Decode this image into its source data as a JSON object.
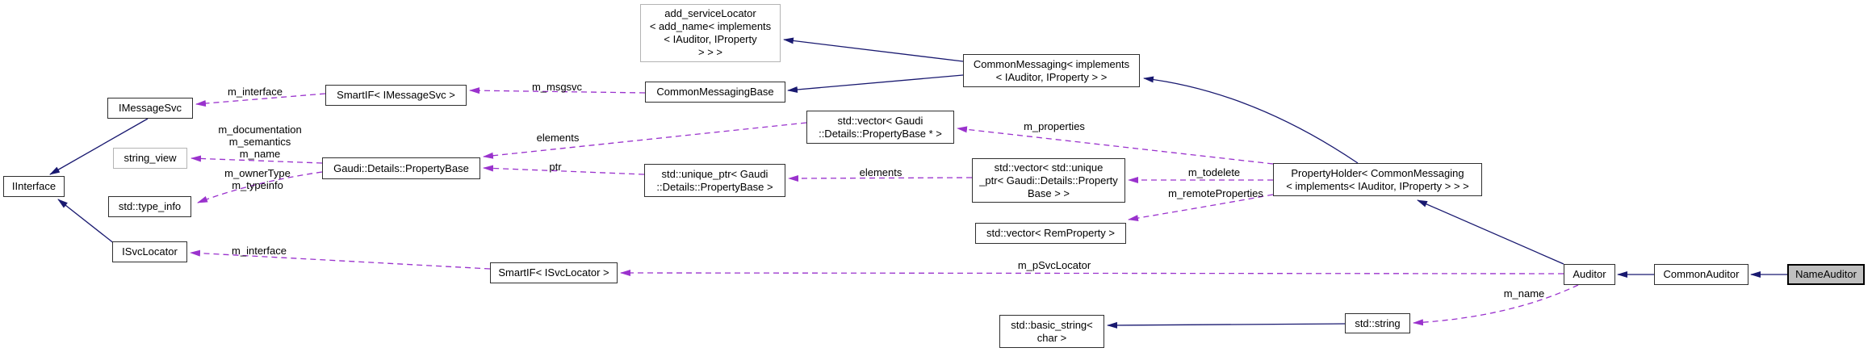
{
  "diagram": {
    "type": "collaboration-graph",
    "focus_node": "NameAuditor",
    "colors": {
      "inheritance_edge": "#191970",
      "usage_edge": "#9a32cd",
      "node_fill": "#ffffff",
      "focus_node_fill": "#bfbfbf",
      "node_border": "#2f2f2f",
      "grey_node_border": "#b4b4b4",
      "text": "#000000",
      "background": "#ffffff"
    }
  },
  "nodes": {
    "iinterface": {
      "label": "IInterface"
    },
    "imessagesvc": {
      "label": "IMessageSvc"
    },
    "string_view": {
      "label": "string_view"
    },
    "type_info": {
      "label": "std::type_info"
    },
    "isvclocator": {
      "label": "ISvcLocator"
    },
    "smartif_imessagesvc": {
      "label": "SmartIF< IMessageSvc >"
    },
    "propertybase": {
      "label": "Gaudi::Details::PropertyBase"
    },
    "add_servicelocator": {
      "label": "add_serviceLocator\n< add_name< implements\n< IAuditor, IProperty\n> > >"
    },
    "commonmessagingbase": {
      "label": "CommonMessagingBase"
    },
    "commonmessaging": {
      "label": "CommonMessaging< implements\n< IAuditor, IProperty > >"
    },
    "vector_propertybase_ptr": {
      "label": "std::vector< Gaudi\n::Details::PropertyBase * >"
    },
    "unique_ptr_propertybase": {
      "label": "std::unique_ptr< Gaudi\n::Details::PropertyBase >"
    },
    "vector_unique_ptr": {
      "label": "std::vector< std::unique\n_ptr< Gaudi::Details::Property\nBase > >"
    },
    "vector_remproperty": {
      "label": "std::vector< RemProperty >"
    },
    "propertyholder": {
      "label": "PropertyHolder< CommonMessaging\n< implements< IAuditor, IProperty > > >"
    },
    "auditor": {
      "label": "Auditor"
    },
    "commonauditor": {
      "label": "CommonAuditor"
    },
    "nameauditor": {
      "label": "NameAuditor"
    },
    "smartif_isvclocator": {
      "label": "SmartIF< ISvcLocator >"
    },
    "basic_string": {
      "label": "std::basic_string<\nchar >"
    },
    "std_string": {
      "label": "std::string"
    }
  },
  "edge_labels": {
    "m_interface_msgsvc": {
      "label": "m_interface"
    },
    "m_msgsvc": {
      "label": "m_msgsvc"
    },
    "doc_sem_name": {
      "label": "m_documentation\nm_semantics\nm_name"
    },
    "owner_typeinfo": {
      "label": "m_ownerType\nm_typeinfo"
    },
    "elements_1": {
      "label": "elements"
    },
    "ptr": {
      "label": "ptr"
    },
    "elements_2": {
      "label": "elements"
    },
    "m_properties": {
      "label": "m_properties"
    },
    "m_todelete": {
      "label": "m_todelete"
    },
    "m_remoteproperties": {
      "label": "m_remoteProperties"
    },
    "m_interface_svcloc": {
      "label": "m_interface"
    },
    "m_psvclocator": {
      "label": "m_pSvcLocator"
    },
    "m_name": {
      "label": "m_name"
    }
  }
}
